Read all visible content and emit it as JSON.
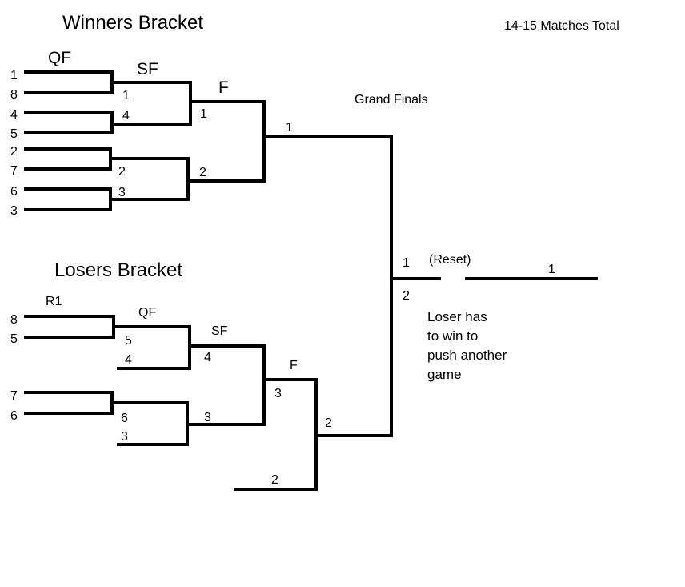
{
  "matches_total": "14-15 Matches Total",
  "winners": {
    "title": "Winners Bracket",
    "round_labels": {
      "qf": "QF",
      "sf": "SF",
      "f": "F"
    },
    "seeds": [
      "1",
      "8",
      "4",
      "5",
      "2",
      "7",
      "6",
      "3"
    ],
    "sf_entrants": [
      "1",
      "4",
      "2",
      "3"
    ],
    "f_entrants": [
      "1",
      "2"
    ],
    "champion": "1"
  },
  "grand_finals": {
    "title": "Grand Finals",
    "entrants": [
      "1",
      "2"
    ],
    "reset_label": "(Reset)",
    "reset_winner": "1",
    "note": [
      "Loser has",
      "to win to",
      "push another",
      "game"
    ]
  },
  "losers": {
    "title": "Losers Bracket",
    "round_labels": {
      "r1": "R1",
      "qf": "QF",
      "sf": "SF",
      "f": "F"
    },
    "r1_entrants": [
      "8",
      "5",
      "7",
      "6"
    ],
    "qf_entrants": [
      "5",
      "4",
      "6",
      "3"
    ],
    "sf_entrants": [
      "4",
      "3"
    ],
    "f_entrants": [
      "3",
      "2"
    ],
    "champion": "2"
  }
}
